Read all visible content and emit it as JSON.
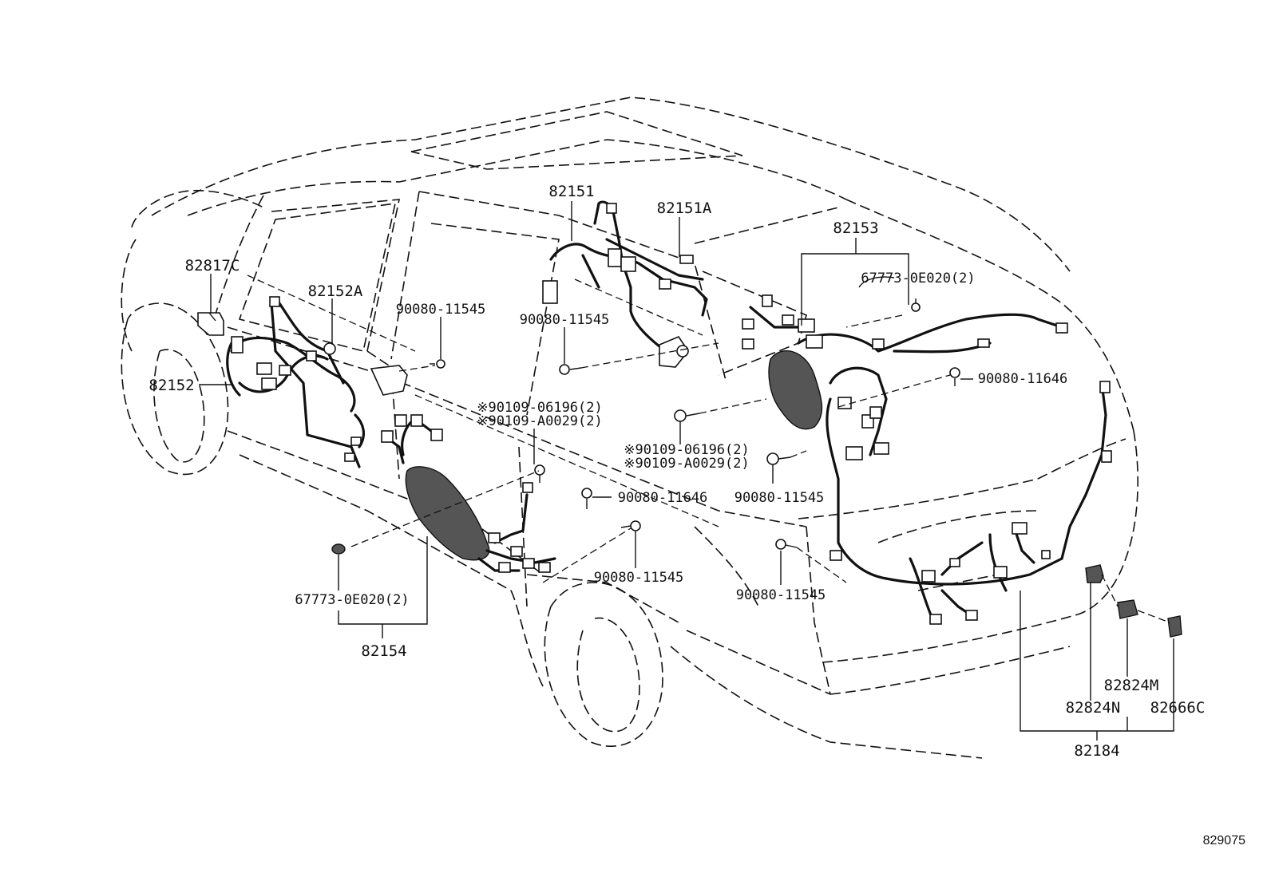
{
  "labels": {
    "l82151": "82151",
    "l82151A": "82151A",
    "l82153": "82153",
    "l67773_top": "67773-0E020(2)",
    "l82817C": "82817C",
    "l82152A": "82152A",
    "l90080_11545_a": "90080-11545",
    "l90080_11545_b": "90080-11545",
    "l82152": "82152",
    "l90080_11646_a": "90080-11646",
    "l90109_06196_a": "※90109-06196(2)",
    "l90109_A0029_a": "※90109-A0029(2)",
    "l90109_06196_b": "※90109-06196(2)",
    "l90109_A0029_b": "※90109-A0029(2)",
    "l90080_11646_b": "90080-11646",
    "l90080_11545_c": "90080-11545",
    "l90080_11545_d": "90080-11545",
    "l90080_11545_e": "90080-11545",
    "l67773_bottom": "67773-0E020(2)",
    "l82154": "82154",
    "l82824M": "82824M",
    "l82824N": "82824N",
    "l82666C": "82666C",
    "l82184": "82184"
  },
  "figure_number": "829075"
}
